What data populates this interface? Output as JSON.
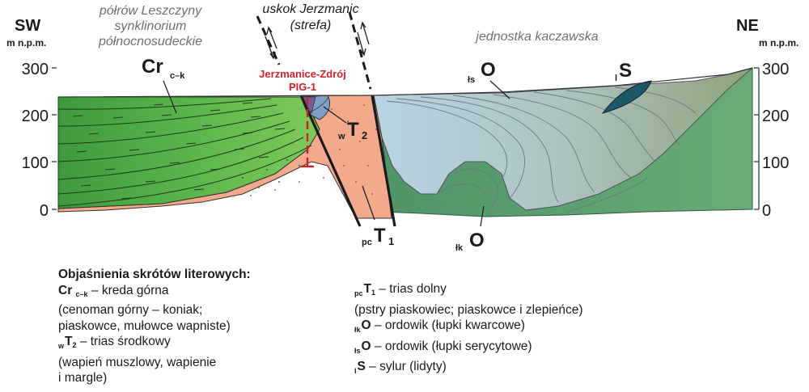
{
  "labels": {
    "sw": "SW",
    "ne": "NE",
    "unit_left": "m n.p.m.",
    "unit_right": "m n.p.m.",
    "ticks_left": [
      "300",
      "200",
      "100",
      "0"
    ],
    "ticks_right": [
      "300",
      "200",
      "100",
      "0"
    ],
    "unit_block_left": "północnosudeckie",
    "unit_block_left_lines": [
      "półrów Leszczyny",
      "synklinorium",
      "północnosudeckie"
    ],
    "fault_lines": [
      "uskok Jerzmanic",
      "(strefa)"
    ],
    "unit_right_block": "jednostka kaczawska",
    "well_lines": [
      "Jerzmanice-Zdrój",
      "PIG-1"
    ]
  },
  "symbols": {
    "cr": {
      "main": "Cr",
      "sub": "c–k"
    },
    "t2": {
      "pre": "w",
      "main": "T",
      "sub": "2"
    },
    "t1": {
      "pre": "pc",
      "main": "T",
      "sub": "1"
    },
    "o_ls": {
      "pre": "łs",
      "main": "O"
    },
    "o_lk": {
      "pre": "łk",
      "main": "O"
    },
    "s": {
      "pre": "l",
      "main": "S"
    }
  },
  "legend": {
    "title": "Objaśnienia skrótów literowych:",
    "cr": {
      "sym": "Cr",
      "sub": "c–k",
      "text": "– kreda górna",
      "extra": [
        "(cenoman górny – koniak;",
        "piaskowce, mułowce wapniste)"
      ]
    },
    "t2": {
      "pre": "w",
      "sym": "T",
      "sub": "2",
      "text": "– trias środkowy",
      "extra": [
        "(wapień muszlowy, wapienie",
        "i margle)"
      ]
    },
    "t1": {
      "pre": "pc",
      "sym": "T",
      "sub": "1",
      "text": "– trias dolny",
      "extra": [
        "(pstry piaskowiec; piaskowce i zlepieńce)"
      ]
    },
    "o_lk": {
      "pre": "łk",
      "sym": "O",
      "text": "– ordowik (łupki kwarcowe)"
    },
    "o_ls": {
      "pre": "łs",
      "sym": "O",
      "text": "– ordowik (łupki serycytowe)"
    },
    "s": {
      "pre": "l",
      "sym": "S",
      "text": "– sylur (lidyty)"
    }
  },
  "colors": {
    "cretaceous": "#5bb84a",
    "triassic_lower": "#f2a98c",
    "triassic_middle": "#7d9fc8",
    "ordovician_ls": "#b4cbd6",
    "ordovician_lk": "#5e9e72",
    "silurian": "#1d5868",
    "well": "#d0202a"
  }
}
